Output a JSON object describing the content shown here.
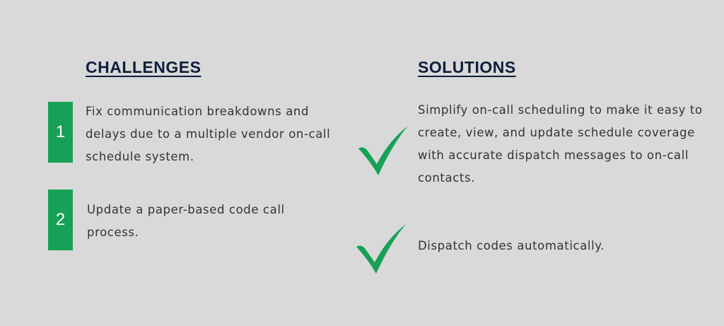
{
  "challenges": {
    "heading": "CHALLENGES",
    "items": [
      {
        "number": "1",
        "text": "Fix communication breakdowns and delays due to a multiple vendor on-call schedule system."
      },
      {
        "number": "2",
        "text": "Update a paper-based code call process."
      }
    ]
  },
  "solutions": {
    "heading": "SOLUTIONS",
    "items": [
      {
        "icon": "checkmark-icon",
        "text": "Simplify on-call scheduling to make it easy to create, view, and update schedule coverage with accurate dispatch messages to on-call contacts."
      },
      {
        "icon": "checkmark-icon",
        "text": "Dispatch codes automatically."
      }
    ]
  },
  "colors": {
    "accent": "#16a156",
    "heading": "#0f1e3c",
    "background": "#d9d9d9"
  }
}
